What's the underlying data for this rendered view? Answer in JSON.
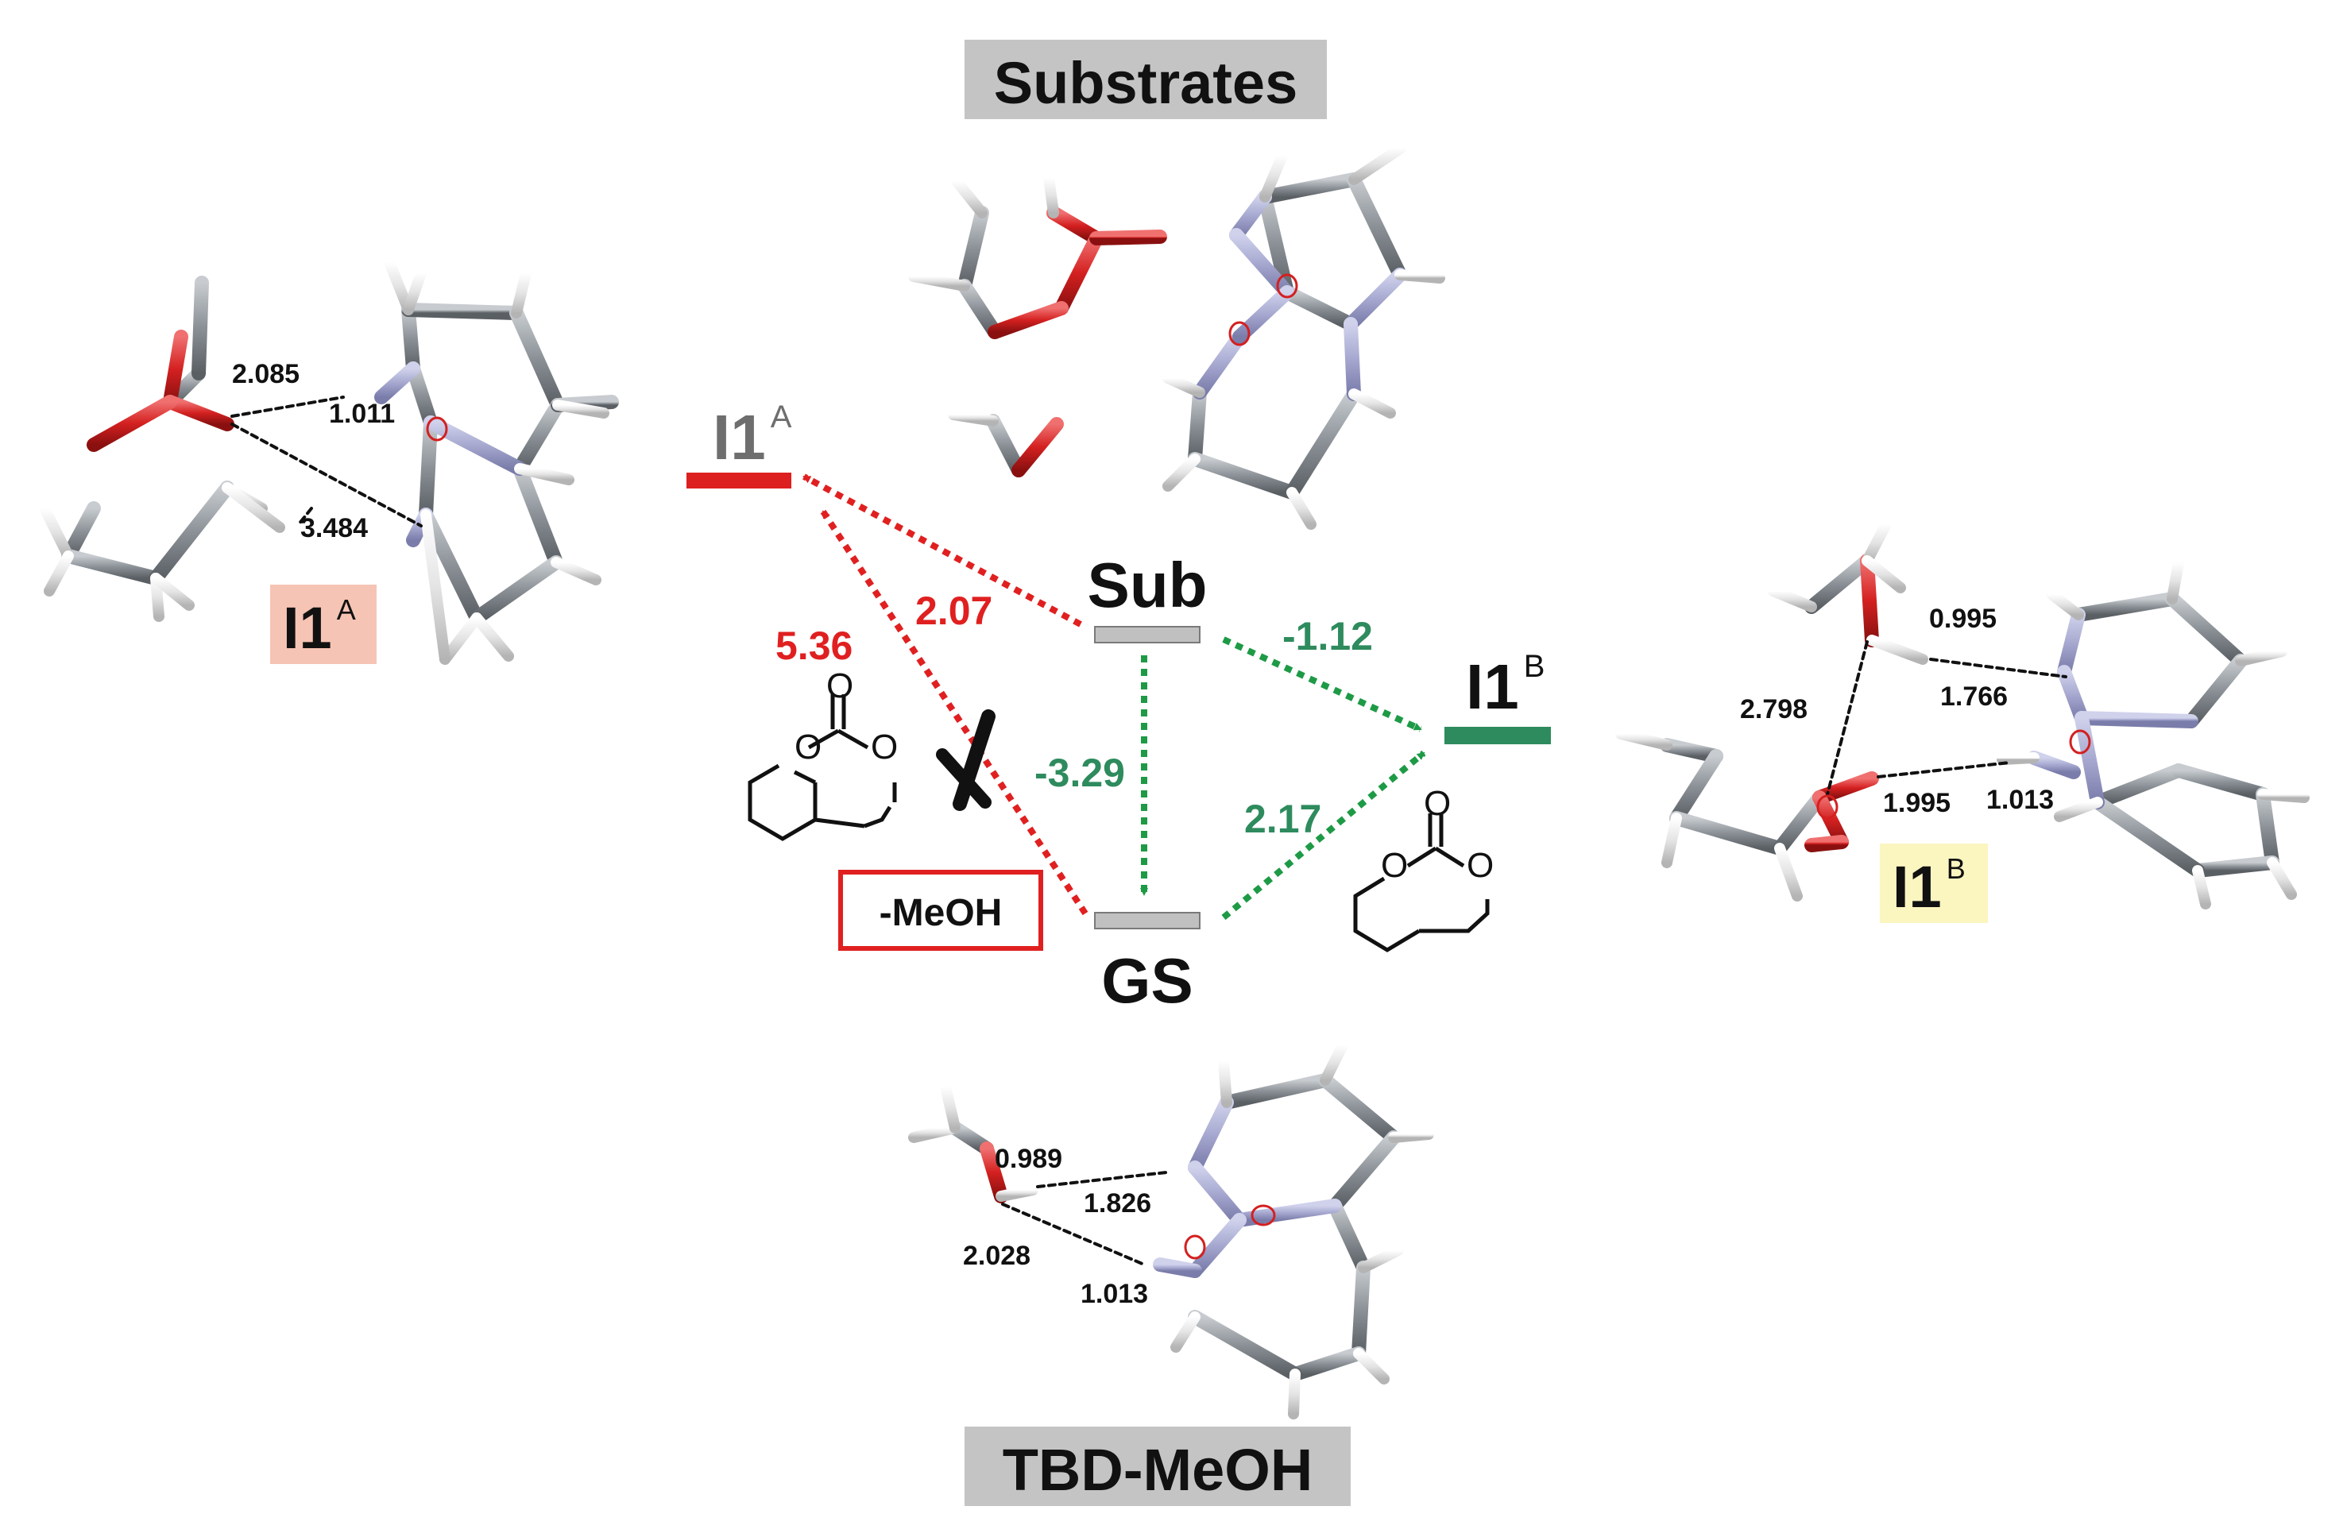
{
  "headers": {
    "substrates": "Substrates",
    "tbd_meoh": "TBD-MeOH"
  },
  "states": {
    "i1a_main": "I1",
    "i1a_sup": "A",
    "i1b_main": "I1",
    "i1b_sup": "B",
    "sub": "Sub",
    "gs": "GS"
  },
  "energies": {
    "sub_to_i1a": "2.07",
    "gs_to_i1a": "5.36",
    "sub_to_i1b": "-1.12",
    "sub_to_gs": "-3.29",
    "gs_to_i1b": "2.17"
  },
  "loss_label": "-MeOH",
  "molecule_labels": {
    "i1a": {
      "main": "I1",
      "sup": "A"
    },
    "i1b": {
      "main": "I1",
      "sup": "B"
    }
  },
  "distances": {
    "i1a": [
      "2.085",
      "1.011",
      "3.484"
    ],
    "i1b": [
      "0.995",
      "2.798",
      "1.766",
      "1.995",
      "1.013"
    ],
    "tbd_meoh": [
      "0.989",
      "1.826",
      "2.028",
      "1.013"
    ]
  },
  "colors": {
    "red_path": "#e02020",
    "green_path": "#1e9a46",
    "i1a_bar": "#dd1f1f",
    "i1b_bar": "#2e8b5e",
    "state_bar": "#c0c0c0",
    "header_bg": "#c4c4c4",
    "i1a_label_bg": "#f6c4b4",
    "i1b_label_bg": "#fbf5c0",
    "oxygen": "#d42020",
    "nitrogen": "#a6a8d0",
    "carbon": "#8a9096",
    "hydrogen": "#e4e4e4"
  }
}
